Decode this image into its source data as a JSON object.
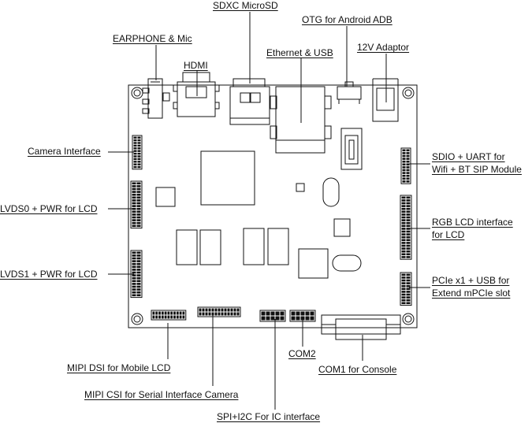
{
  "labels": {
    "sdxc": "SDXC MicroSD",
    "otg": "OTG for Android ADB",
    "earphone": "EARPHONE & Mic",
    "hdmi": "HDMI",
    "ethernet": "Ethernet & USB",
    "adaptor": "12V Adaptor",
    "camera": "Camera Interface",
    "sdio_line1": "SDIO + UART for",
    "sdio_line2": "Wifi + BT SIP Module",
    "lvds0": "LVDS0 + PWR for LCD",
    "rgb_line1": "RGB LCD interface",
    "rgb_line2": "for LCD",
    "lvds1": "LVDS1 + PWR for LCD",
    "pcie_line1": "PCIe x1 + USB for",
    "pcie_line2": "Extend mPCIe slot",
    "com2": "COM2",
    "mipi_dsi": "MIPI DSI for Mobile LCD",
    "com1": "COM1 for Console",
    "mipi_csi": "MIPI CSI for Serial Interface Camera",
    "spi_i2c": "SPI+I2C For IC interface"
  }
}
